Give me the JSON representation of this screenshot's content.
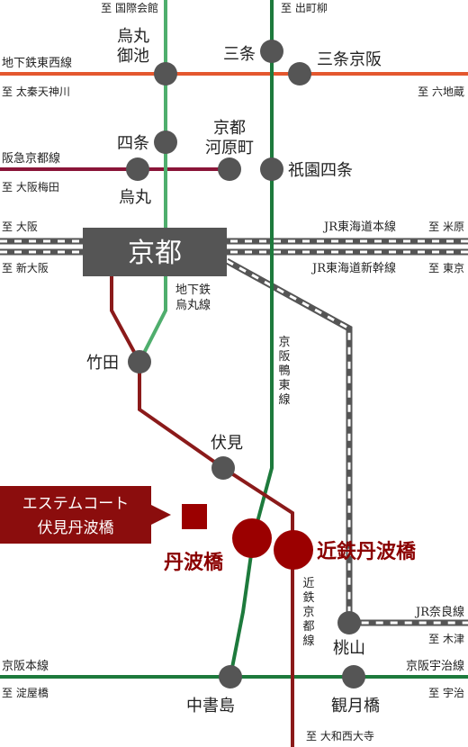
{
  "colors": {
    "karasuma_line": "#4fae6d",
    "keihan_line": "#1d7a3c",
    "tozai_line": "#e4572e",
    "hankyu_line": "#8a1538",
    "kintetsu_line": "#8b1a1a",
    "jr_line": "#555555",
    "station_dot": "#555555",
    "kyoto_box": "#555555",
    "major_station": "#9b0000",
    "callout_bg": "#8b0d0d"
  },
  "icons": [
    "station-dot",
    "major-station-dot",
    "property-marker-square",
    "callout-arrow"
  ],
  "directions": {
    "kokusai_kaikan": "至 国際会館",
    "demachiyanagi": "至 出町柳",
    "uzumasa": "至 太秦天神川",
    "rokujizo": "至 六地蔵",
    "osaka_umeda": "至 大阪梅田",
    "osaka": "至 大阪",
    "maibara": "至 米原",
    "shin_osaka": "至 新大阪",
    "tokyo": "至 東京",
    "kizu": "至 木津",
    "yodoyabashi": "至 淀屋橋",
    "uji": "至 宇治",
    "yamato_saidaiji": "至 大和西大寺"
  },
  "lines": {
    "tozai": "地下鉄東西線",
    "hankyu": "阪急京都線",
    "jr_tokaido": "JR東海道本線",
    "jr_shinkansen": "JR東海道新幹線",
    "karasuma": [
      "地下鉄",
      "烏丸線"
    ],
    "keihan_oto": [
      "京",
      "阪",
      "鴨",
      "東",
      "線"
    ],
    "kintetsu_kyoto": [
      "近",
      "鉄",
      "京",
      "都",
      "線"
    ],
    "jr_nara": "JR奈良線",
    "keihan_main": "京阪本線",
    "keihan_uji": "京阪宇治線"
  },
  "stations": {
    "karasuma_oike": [
      "烏丸",
      "御池"
    ],
    "sanjo": "三条",
    "sanjo_keihan": "三条京阪",
    "shijo": "四条",
    "karasuma": "烏丸",
    "kyoto_kawaramachi": [
      "京都",
      "河原町"
    ],
    "gion_shijo": "祇園四条",
    "kyoto": "京都",
    "takeda": "竹田",
    "fushimi": "伏見",
    "tambabashi": "丹波橋",
    "kintetsu_tambabashi": "近鉄丹波橋",
    "momoyama": "桃山",
    "chushojima": "中書島",
    "kangetsukyo": "観月橋"
  },
  "property": {
    "name_line1": "エステムコート",
    "name_line2": "伏見丹波橋"
  }
}
